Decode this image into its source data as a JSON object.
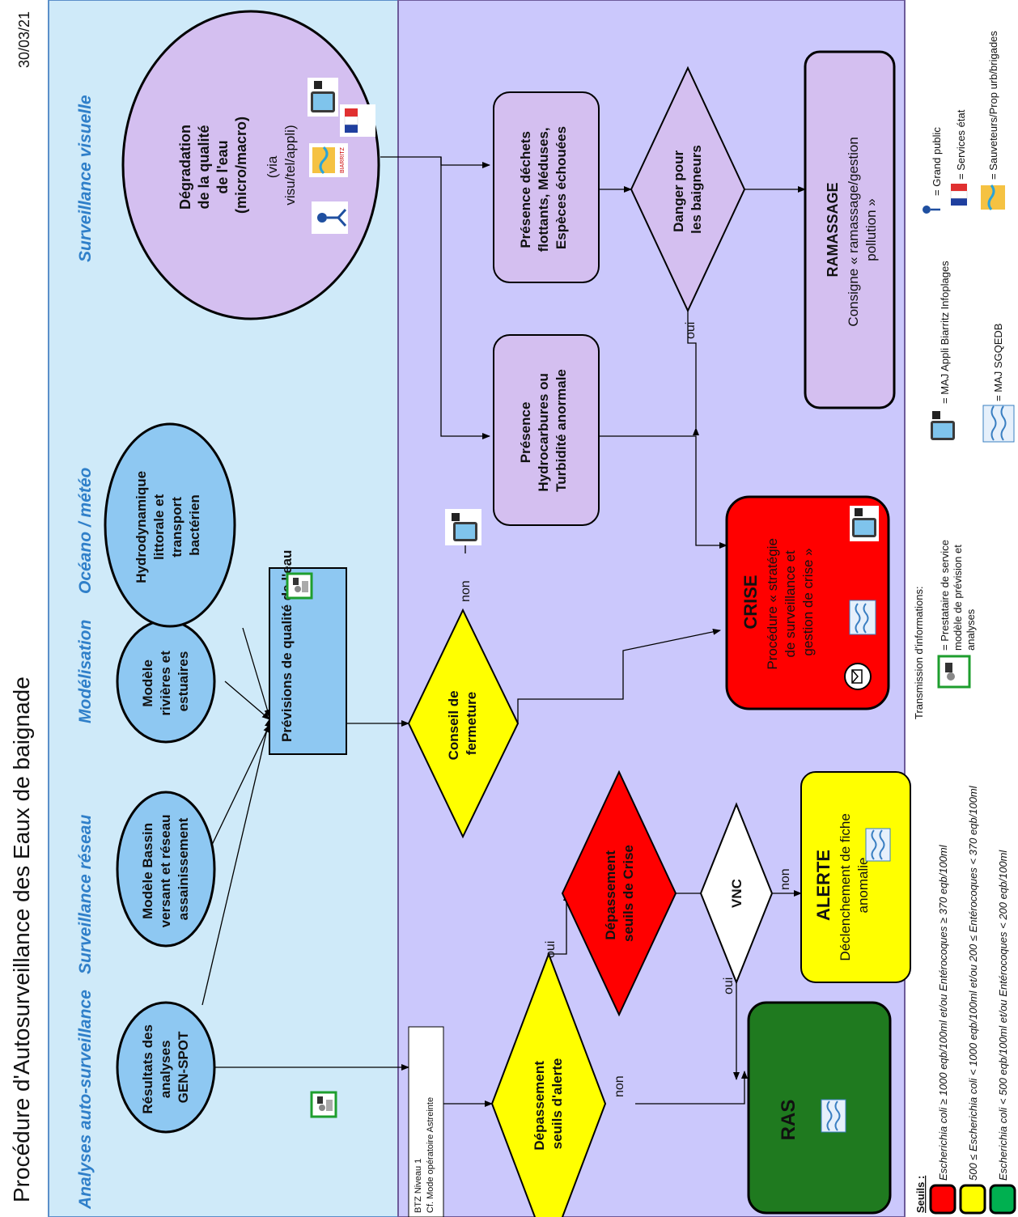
{
  "header": {
    "title": "Procédure d'Autosurveillance des Eaux de baignade",
    "date": "30/03/21"
  },
  "columns": [
    "Analyses auto-surveillance",
    "Surveillance réseau",
    "Modélisation",
    "Océano / météo",
    "Surveillance visuelle"
  ],
  "sources": {
    "genspot": [
      "Résultats des",
      "analyses",
      "GEN-SPOT"
    ],
    "bassin": [
      "Modèle Bassin",
      "versant et réseau",
      "assainissement"
    ],
    "rivieres": [
      "Modèle",
      "rivières et",
      "estuaires"
    ],
    "hydro": [
      "Hydrodynamique",
      "littorale et",
      "transport",
      "bactérien"
    ],
    "degradation": [
      "Dégradation",
      "de la qualité",
      "de l'eau",
      "(micro/macro)"
    ],
    "degradation_via": [
      "(via",
      "visu/tel/appli)"
    ]
  },
  "boxes": {
    "previsions": "Prévisions de qualité de l'eau",
    "btz": [
      "BTZ Niveau 1",
      "Cf. Mode opératoire Astreinte"
    ],
    "presence_dechets": [
      "Présence déchets",
      "flottants, Méduses,",
      "Espèces échouées"
    ],
    "presence_hydro": [
      "Présence",
      "Hydrocarbures ou",
      "Turbidité anormale"
    ]
  },
  "decisions": {
    "seuils_alerte": [
      "Dépassement",
      "seuils d'alerte"
    ],
    "seuils_crise": [
      "Dépassement",
      "seuils de Crise"
    ],
    "vnc": "VNC",
    "conseil": [
      "Conseil de",
      "fermeture"
    ],
    "danger": [
      "Danger pour",
      "les baigneurs"
    ]
  },
  "outcomes": {
    "ras": "RAS",
    "alerte_title": "ALERTE",
    "alerte_text": [
      "Déclenchement de fiche",
      "anomalie"
    ],
    "crise_title": "CRISE",
    "crise_text": [
      "Procédure « stratégie",
      "de surveillance et",
      "gestion de crise »"
    ],
    "ramassage_title": "RAMASSAGE",
    "ramassage_text": [
      "Consigne « ramassage/gestion",
      "pollution »"
    ]
  },
  "edge_labels": {
    "non_ras": "non",
    "oui_crise": "oui",
    "oui_vnc": "oui",
    "non_vnc": "non",
    "non_conseil": "non",
    "oui_danger": "oui"
  },
  "legend": {
    "seuils_label": "Seuils :",
    "seuils": [
      {
        "color": "#ff0000",
        "text": "Escherichia coli ≥ 1000 eqb/100ml et/ou  Entérocoques ≥ 370 eqb/100ml"
      },
      {
        "color": "#ffff00",
        "text": "500 ≤ Escherichia coli < 1000 eqb/100ml et/ou 200 ≤ Entérocoques < 370 eqb/100ml"
      },
      {
        "color": "#00b050",
        "text": "Escherichia coli < 500 eqb/100ml et/ou Entérocoques < 200 eqb/100ml"
      }
    ],
    "transmission_title": "Transmission d'informations:",
    "items": [
      "= Prestataire de service",
      "modèle de prévision et",
      "analyses",
      "= MAJ Appli Biarritz Infoplages",
      "= MAJ  SGQEDB",
      "= Grand public",
      "= Services état",
      "= Sauveteurs/Prop urb/brigades"
    ]
  },
  "icon_labels": {
    "biarritz": "BIARRITZ"
  },
  "colors": {
    "left_panel": "#cfeaf9",
    "right_panel": "#cbc8fc",
    "source_fill": "#8ec8f2",
    "visual_fill": "#d4bff0",
    "ras": "#1f7a1f",
    "alerte": "#ffff00",
    "crise": "#ff0000"
  }
}
